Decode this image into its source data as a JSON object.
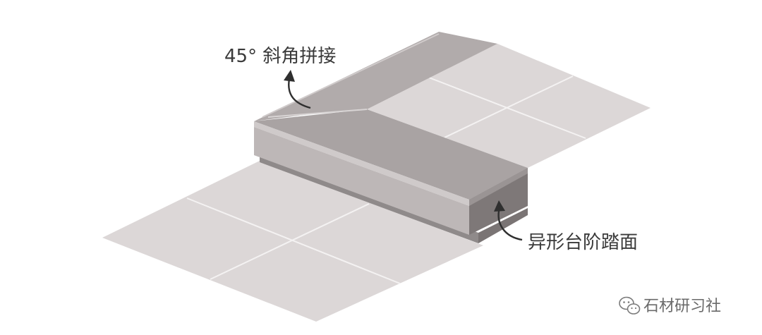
{
  "annotations": {
    "miter_joint": "45° 斜角拼接",
    "special_step_tread": "异形台阶踏面"
  },
  "watermark": {
    "text": "石材研习社",
    "icon": "wechat-icon"
  },
  "colors": {
    "floor_tile": "#dcd7d7",
    "grout_line": "#f4f2f2",
    "step_top": "#a9a3a3",
    "step_front": "#c1bcbc",
    "step_end": "#7e7878",
    "base_shadow": "#8f8a8a",
    "arrow": "#2f2f2f"
  }
}
